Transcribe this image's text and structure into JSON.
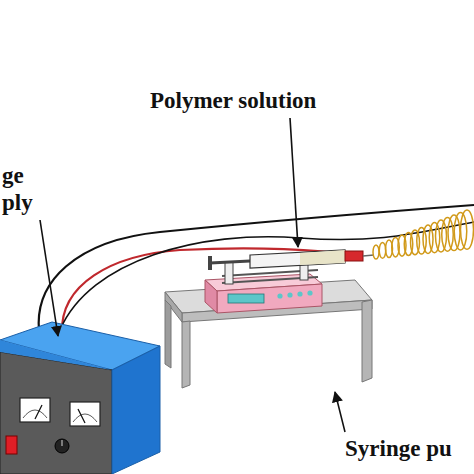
{
  "diagram": {
    "labels": [
      "Polymer solution",
      "ge",
      "ply",
      "Syringe pu"
    ]
  }
}
